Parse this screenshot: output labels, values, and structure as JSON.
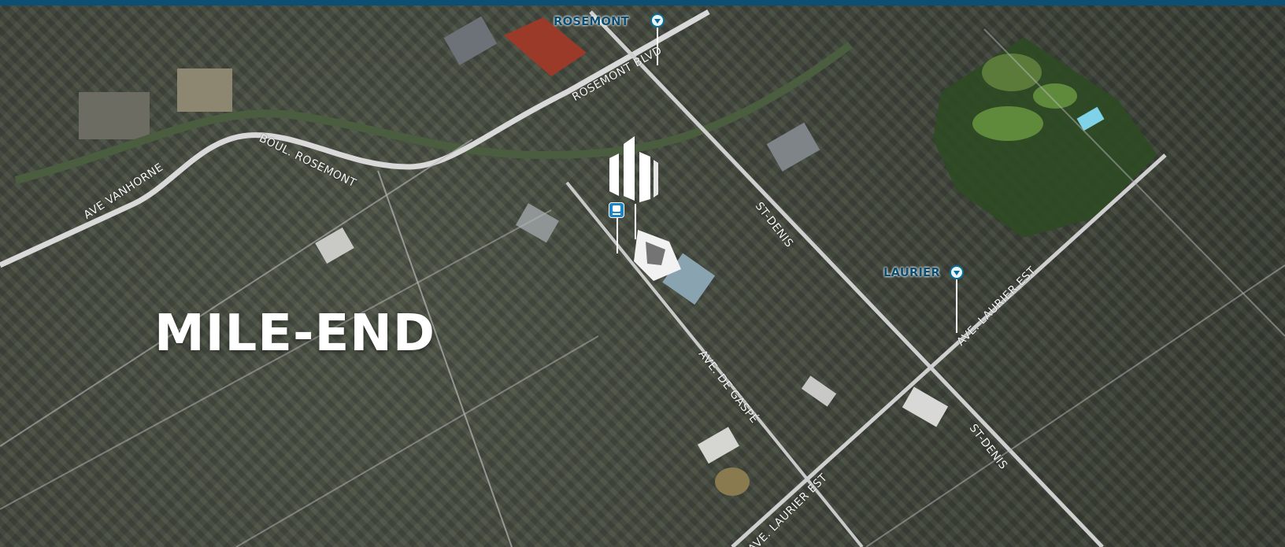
{
  "colors": {
    "top_bar": "#0c4f73",
    "metro_label": "#0c4f73",
    "bus_icon": "#1e84c4",
    "street_label": "#f4f4f4"
  },
  "district": "MILE-END",
  "streets": {
    "rosemont_blvd": "ROSEMONT BLVD",
    "boul_rosemont": "BOUL. ROSEMONT",
    "ave_vanhorne": "AVE VANHORNE",
    "st_denis_north": "ST-DENIS",
    "st_denis_south": "ST-DENIS",
    "ave_laurier_est_east": "AVE. LAURIER EST",
    "ave_laurier_est_south": "AVE. LAURIER EST",
    "ave_de_gaspe": "AVE. DE GASPÉ"
  },
  "metro": {
    "rosemont": {
      "label": "ROSEMONT",
      "icon": "metro-station-icon"
    },
    "laurier": {
      "label": "LAURIER",
      "icon": "metro-station-icon"
    }
  },
  "bus_stop": {
    "icon": "bus-stop-icon"
  },
  "building": {
    "icon": "building-logo-icon"
  }
}
